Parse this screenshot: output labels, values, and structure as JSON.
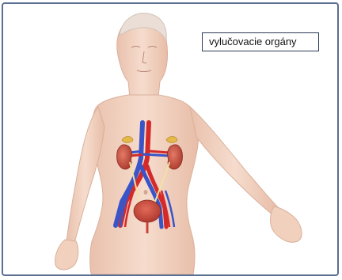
{
  "figure": {
    "label": "vylučovacie orgány"
  },
  "icons": [
    "human-body-figure",
    "kidney",
    "bladder",
    "blood-vessels"
  ],
  "colors": {
    "border": "#5a6f91",
    "skin": "#f3d4c2",
    "artery": "#d42a2a",
    "vein": "#3a55c7",
    "kidney": "#c54a3a",
    "bladder": "#c8443a",
    "adrenal": "#e5b84a"
  }
}
